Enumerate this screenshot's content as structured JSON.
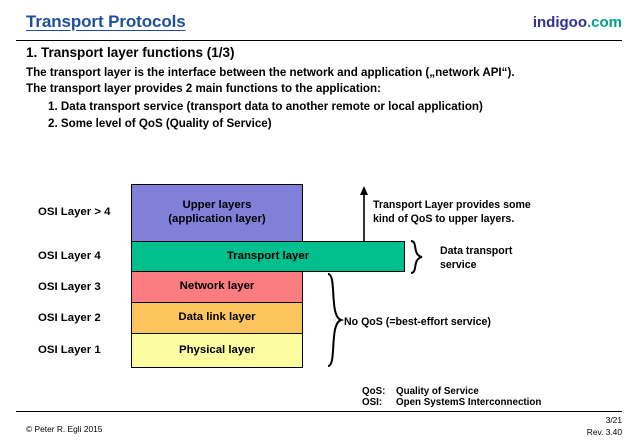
{
  "header": {
    "title": "Transport Protocols",
    "brand_name": "indigoo",
    "brand_tld": ".com",
    "title_color": "#1f4e9c",
    "brand_name_color": "#2e3192",
    "brand_tld_color": "#00a08a"
  },
  "content": {
    "section_heading": "1. Transport layer functions (1/3)",
    "paragraph_line_1": "The transport layer is the interface between the network and application („network API“).",
    "paragraph_line_2": "The transport layer provides 2 main functions to the application:",
    "bullets": [
      "1. Data transport service (transport data to another remote or local application)",
      "2. Some level of QoS (Quality of Service)"
    ]
  },
  "diagram": {
    "osi_labels": [
      "OSI Layer > 4",
      "OSI Layer 4",
      "OSI Layer 3",
      "OSI Layer 2",
      "OSI Layer 1"
    ],
    "layers": [
      {
        "name": "upper-layers",
        "line1": "Upper layers",
        "line2": "(application layer)",
        "color": "#8080d8"
      },
      {
        "name": "transport-layer",
        "line1": "Transport layer",
        "line2": "",
        "color": "#00bf8f"
      },
      {
        "name": "network-layer",
        "line1": "Network layer",
        "line2": "",
        "color": "#fc7c80"
      },
      {
        "name": "data-link-layer",
        "line1": "Data link layer",
        "line2": "",
        "color": "#fcc45c"
      },
      {
        "name": "physical-layer",
        "line1": "Physical layer",
        "line2": "",
        "color": "#fcfca0"
      }
    ],
    "annotations": {
      "transport_qos_line1": "Transport Layer provides some",
      "transport_qos_line2": "kind of QoS to upper layers.",
      "data_transport_line1": "Data transport",
      "data_transport_line2": "service",
      "no_qos": "No QoS (=best-effort service)"
    }
  },
  "legend": [
    {
      "key": "QoS:",
      "value": "Quality of Service"
    },
    {
      "key": "OSI:",
      "value": "Open SystemS Interconnection"
    }
  ],
  "footer": {
    "copyright": "© Peter R. Egli 2015",
    "page_number": "3/21",
    "revision": "Rev. 3.40"
  }
}
